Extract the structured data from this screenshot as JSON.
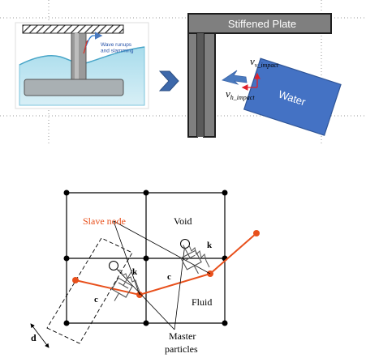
{
  "top": {
    "inset_label": "Wave runups\nand slamming",
    "plate_title": "Stiffened Plate",
    "water_label": "Water",
    "v_label": "v",
    "v_sub": "v_impact",
    "h_label": "v",
    "h_sub": "h_impact"
  },
  "bottom": {
    "slave_node": "Slave node",
    "void": "Void",
    "fluid": "Fluid",
    "k_label": "k",
    "c_label": "c",
    "d_label": "d",
    "master_line1": "Master",
    "master_line2": "particles"
  },
  "colors": {
    "water_box": "#4472c4",
    "water_box_border": "#2f5597",
    "plate_dark": "#3a3a3a",
    "plate_gray": "#7f7f7f",
    "arrow_blue": "#4a7abf",
    "orange": "#e8501c",
    "red_arrow": "#e0202a",
    "inset_water": "#bfe3ef",
    "inset_wave": "#8ccde3"
  }
}
